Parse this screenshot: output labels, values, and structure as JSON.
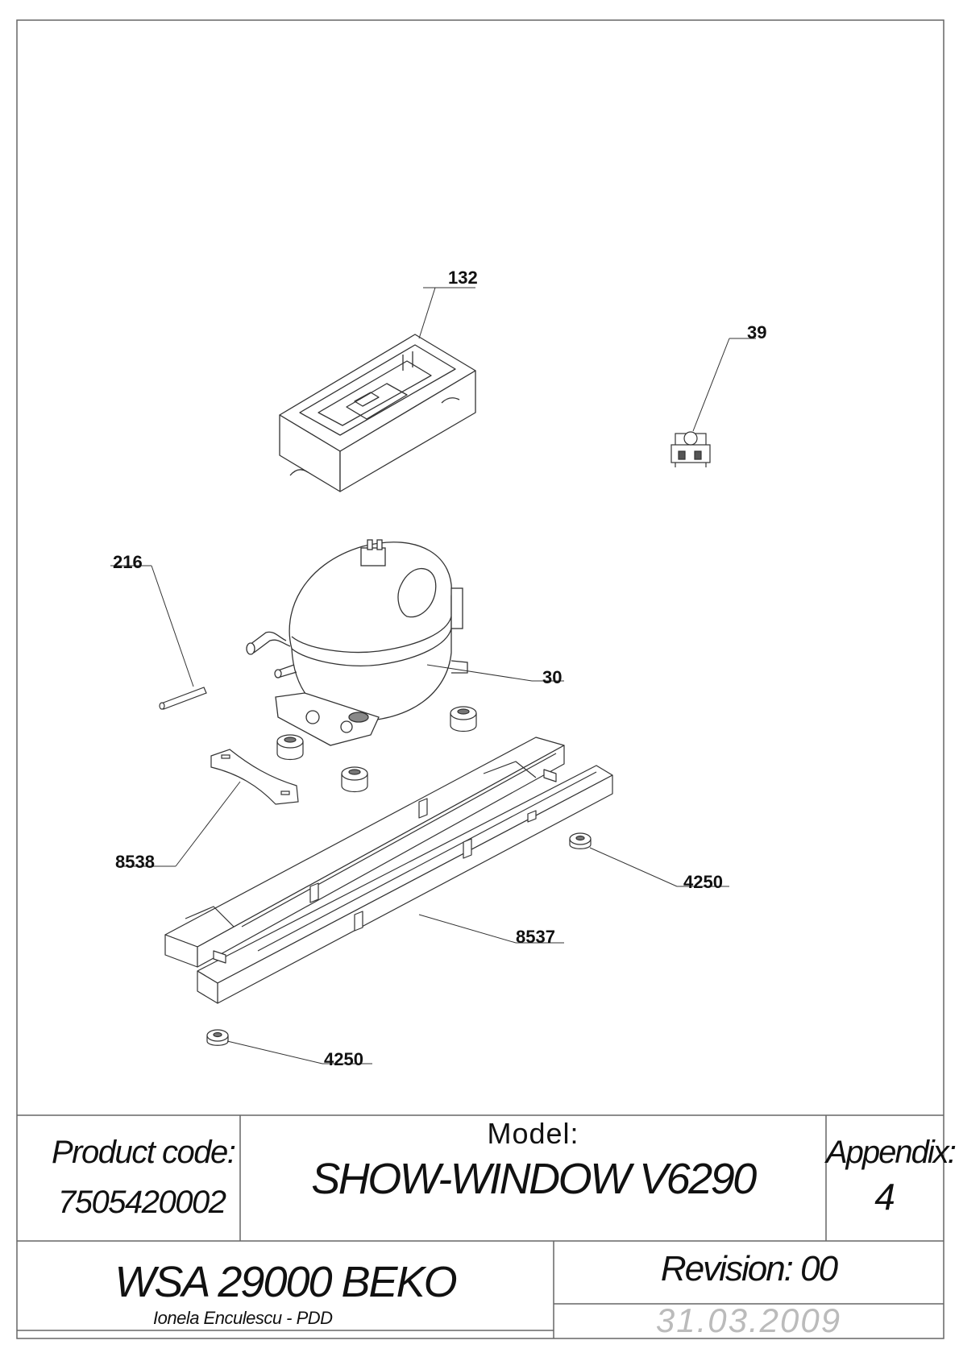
{
  "callouts": [
    {
      "id": "c132",
      "label": "132"
    },
    {
      "id": "c39",
      "label": "39"
    },
    {
      "id": "c216",
      "label": "216"
    },
    {
      "id": "c30",
      "label": "30"
    },
    {
      "id": "c8538",
      "label": "8538"
    },
    {
      "id": "c4250a",
      "label": "4250"
    },
    {
      "id": "c8537",
      "label": "8537"
    },
    {
      "id": "c4250b",
      "label": "4250"
    }
  ],
  "title_block": {
    "product_code_label": "Product code:",
    "product_code_value": "7505420002",
    "model_label": "Model:",
    "model_value": "SHOW-WINDOW V6290",
    "appendix_label": "Appendix:",
    "appendix_value": "4",
    "product_line": "WSA 29000 BEKO",
    "revision": "Revision: 00",
    "author": "Ionela Enculescu - PDD",
    "date": "31.03.2009"
  }
}
